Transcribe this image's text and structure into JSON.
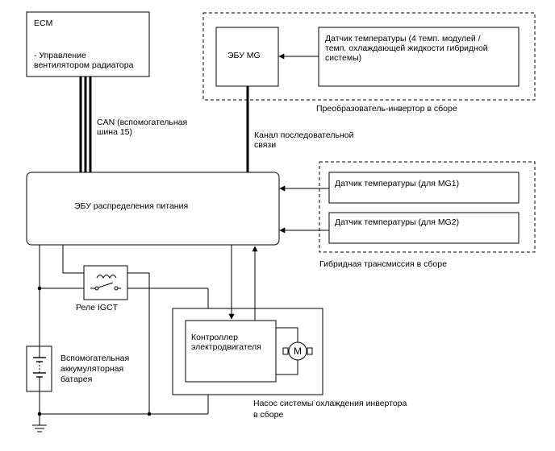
{
  "ecm": {
    "title": "ECM",
    "function_line1": "- Управление",
    "function_line2": "вентилятором радиатора"
  },
  "can_bus": {
    "label_line1": "CAN (вспомогательная",
    "label_line2": "шина 15)"
  },
  "inverter_assembly": {
    "label": "Преобразователь-инвертор в сборе",
    "ecu_label": "ЭБУ MG",
    "temp_sensor_line1": "Датчик температуры (4 темп. модулей /",
    "temp_sensor_line2": "темп. охлаждающей жидкости гибридной",
    "temp_sensor_line3": "системы)"
  },
  "serial_link": {
    "label_line1": "Канал последовательной",
    "label_line2": "связи"
  },
  "power_ecu": {
    "label": "ЭБУ распределения питания"
  },
  "hybrid_transmission": {
    "label": "Гибридная трансмиссия в сборе",
    "sensor_mg1": "Датчик температуры (для MG1)",
    "sensor_mg2": "Датчик температуры (для MG2)"
  },
  "relay": {
    "label": "Реле IGCT"
  },
  "battery": {
    "label_line1": "Вспомогательная",
    "label_line2": "аккумуляторная",
    "label_line3": "батарея"
  },
  "pump_assembly": {
    "controller_line1": "Контроллер",
    "controller_line2": "электродвигателя",
    "motor_symbol": "M",
    "label_line1": "Насос системы охлаждения инвертора",
    "label_line2": "в сборе"
  }
}
